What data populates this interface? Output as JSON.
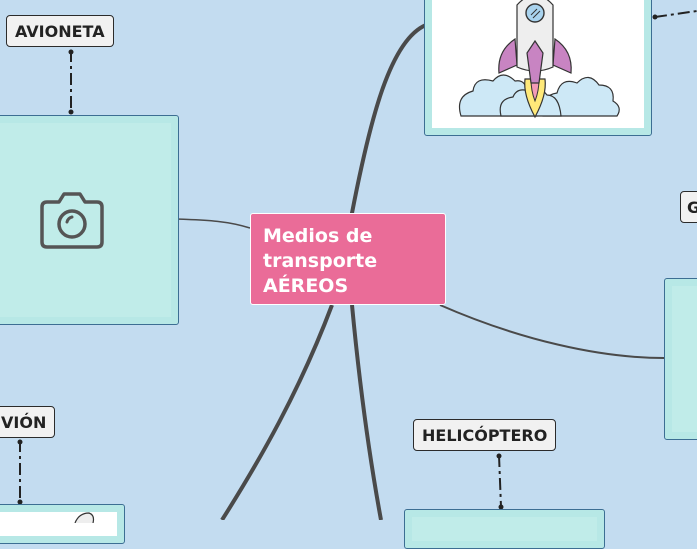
{
  "central": {
    "lines": [
      "Medios de",
      "transporte",
      "AÉREOS"
    ],
    "fill": "#ea6c98"
  },
  "labels": {
    "avioneta": "AVIONETA",
    "avion": "VIÓN",
    "helicoptero": "HELICÓPTERO",
    "cut_right": "G"
  },
  "colors": {
    "background": "#c3dcf0",
    "card": "#b7e8e6",
    "connector": "#4a4a4a"
  },
  "icons": {
    "camera": "camera-icon",
    "rocket": "rocket-illustration"
  }
}
